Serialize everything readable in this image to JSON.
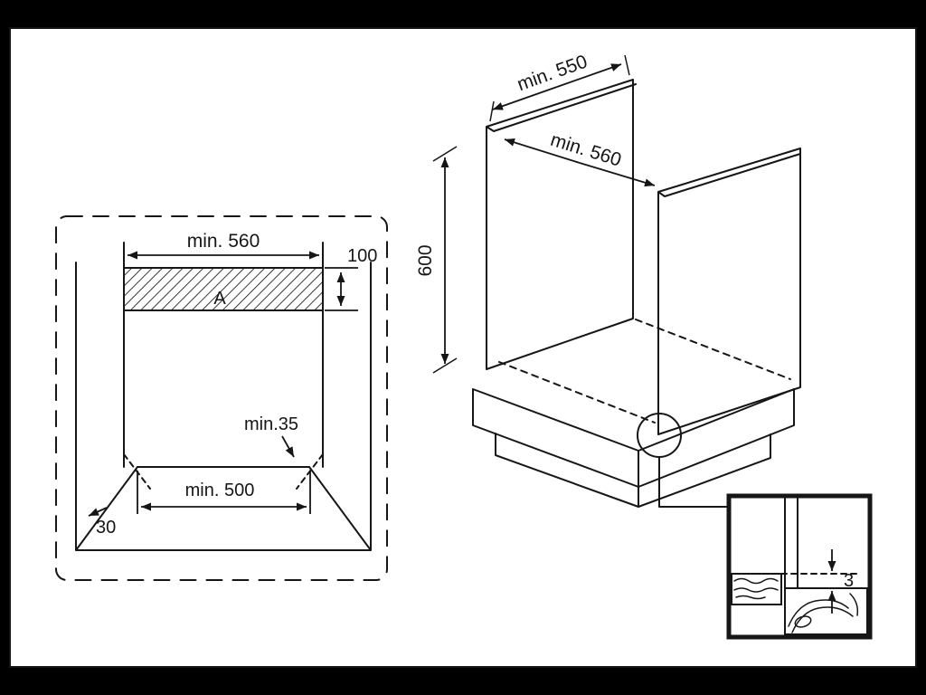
{
  "frame": {
    "background": "#000000",
    "paper": "#ffffff",
    "line_color": "#161616"
  },
  "front_view": {
    "dim_top_width": "min. 560",
    "dim_strip_height": "100",
    "strip_label": "A",
    "dim_rear_gap": "min.35",
    "dim_bottom_width": "min. 500",
    "dim_corner": "30"
  },
  "iso_view": {
    "dim_depth": "min. 550",
    "dim_width": "min. 560",
    "dim_height": "600"
  },
  "detail_view": {
    "dim_gap": "3"
  }
}
